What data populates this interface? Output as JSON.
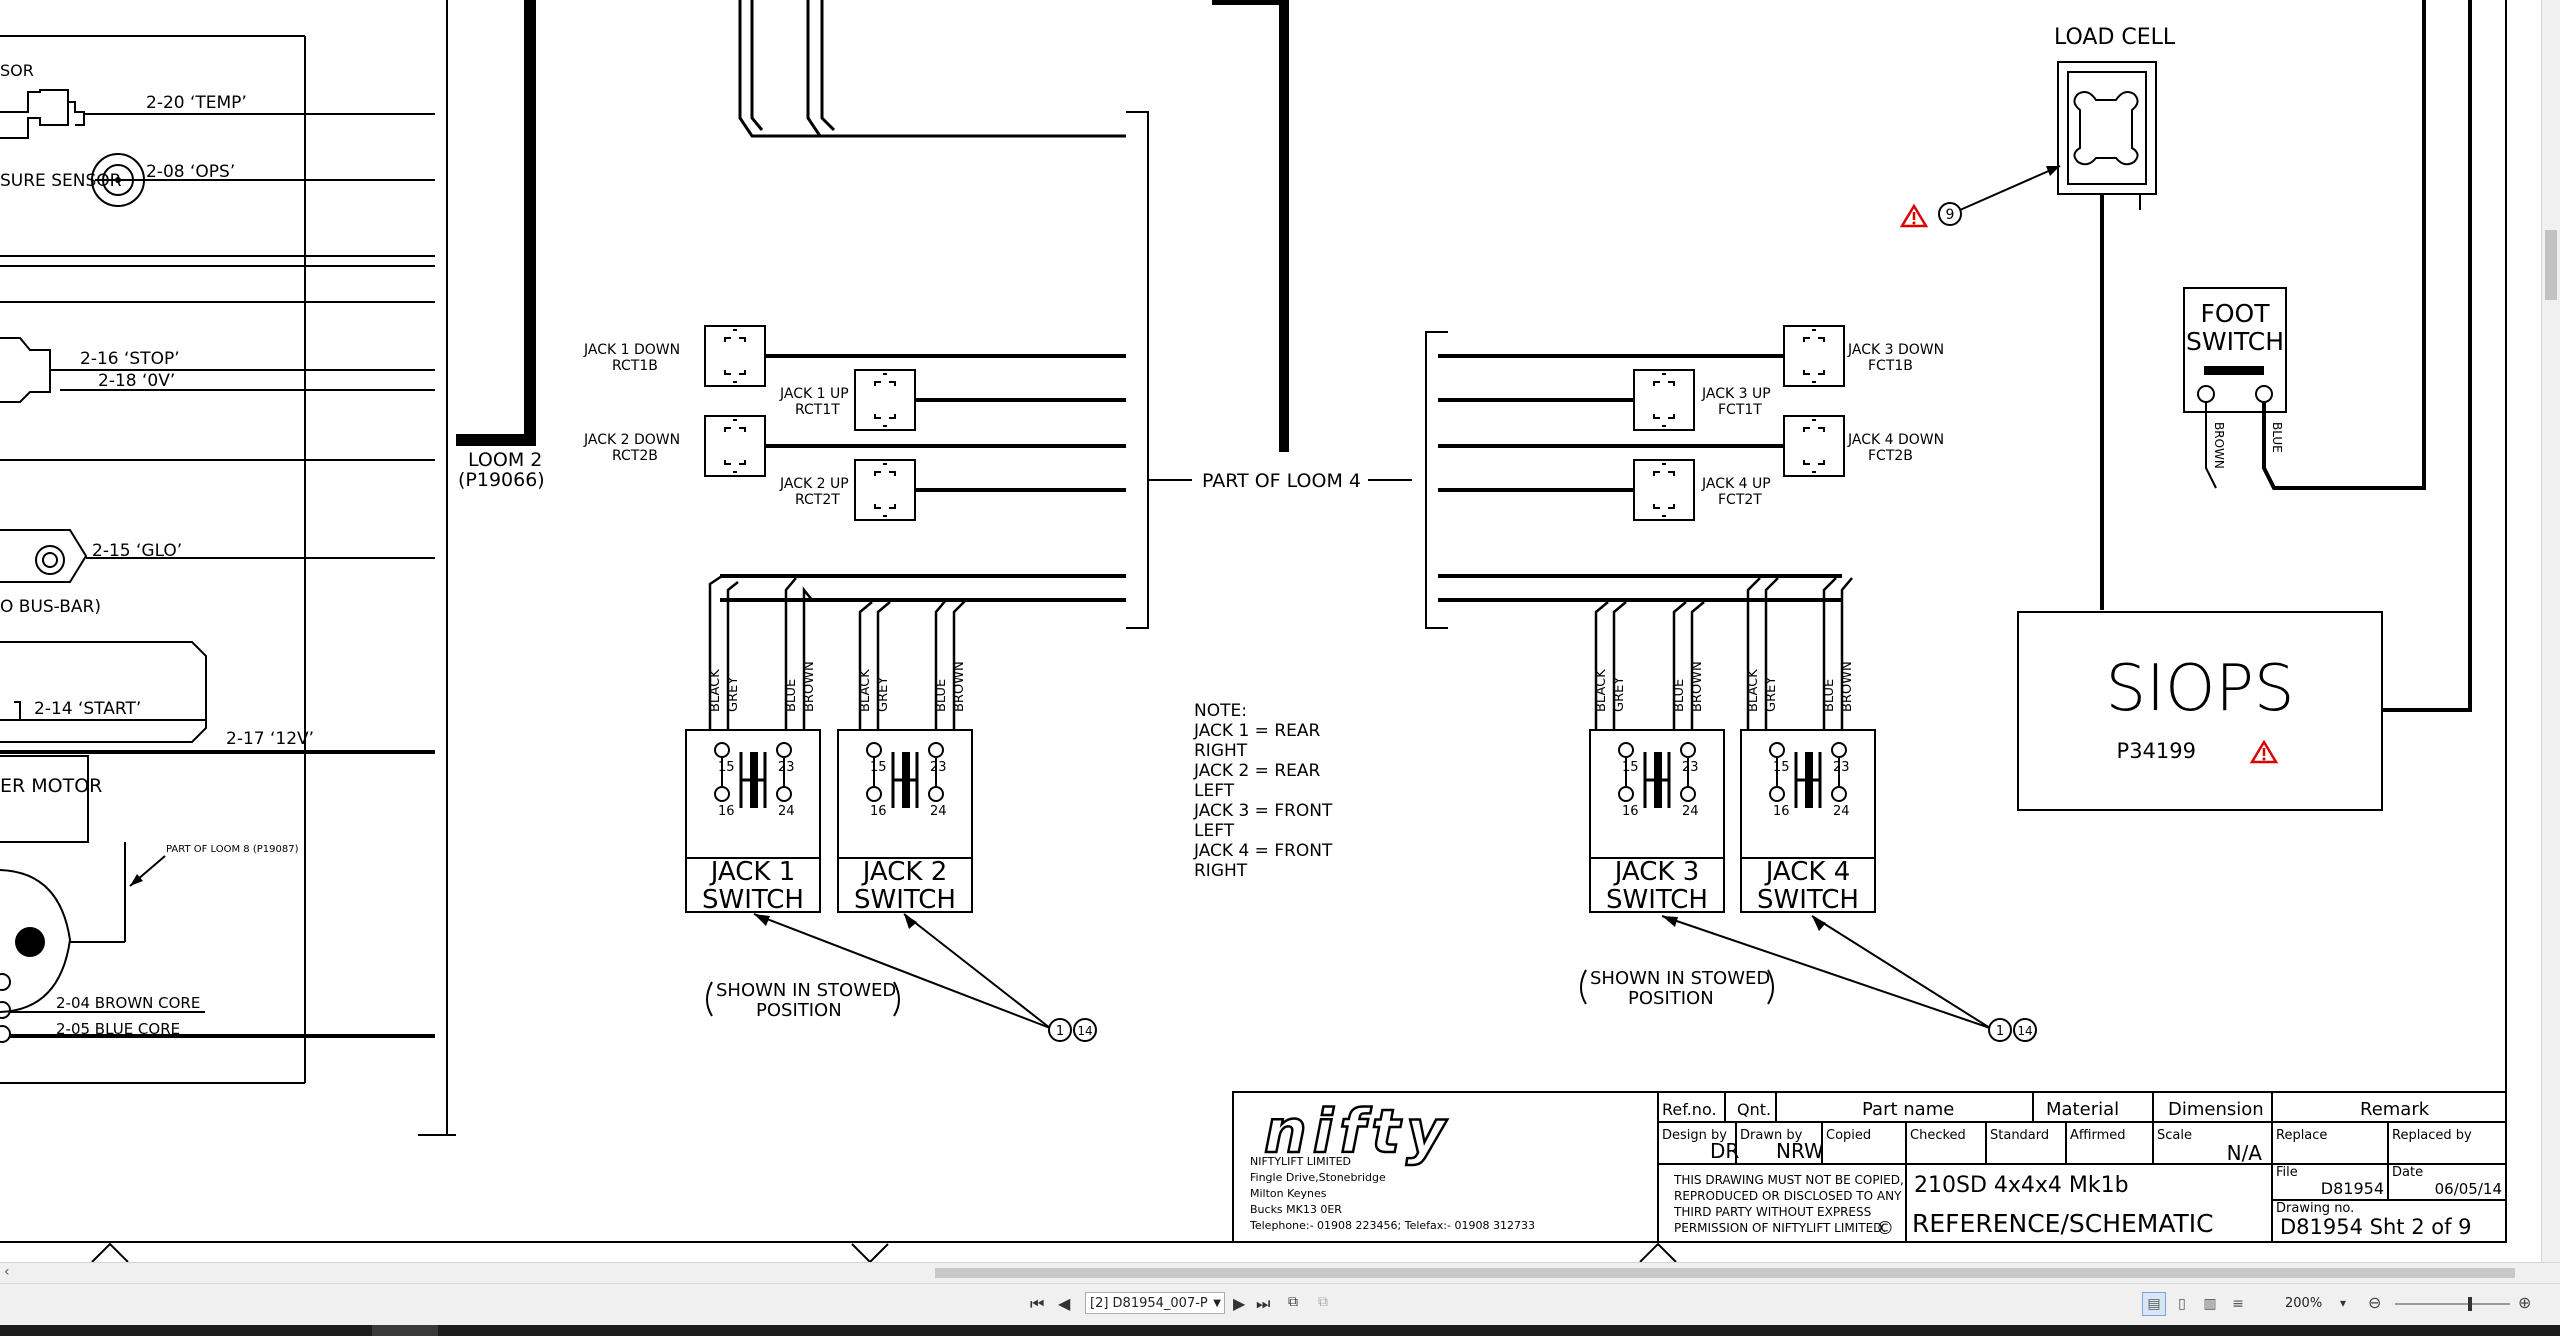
{
  "left": {
    "sensor": "SOR",
    "pressure_sensor": "SURE SENSOR",
    "temp": "2-20 ‘TEMP’",
    "ops": "2-08 ‘OPS’",
    "stop": "2-16 ‘STOP’",
    "ov": "2-18 ‘0V’",
    "loom2_line1": "LOOM 2",
    "loom2_line2": "(P19066)",
    "glo": "2-15 ‘GLO’",
    "busbar": "O BUS-BAR)",
    "start": "2-14 ‘START’",
    "v12": "2-17 ‘12V’",
    "motor": "ER MOTOR",
    "loom8": "PART OF LOOM 8 (P19087)",
    "brown_core": "2-04 BROWN CORE",
    "blue_core": "2-05 BLUE CORE"
  },
  "left_group": {
    "jack1_down_1": "JACK 1 DOWN",
    "jack1_down_2": "RCT1B",
    "jack1_up_1": "JACK 1 UP",
    "jack1_up_2": "RCT1T",
    "jack2_down_1": "JACK 2 DOWN",
    "jack2_down_2": "RCT2B",
    "jack2_up_1": "JACK 2 UP",
    "jack2_up_2": "RCT2T"
  },
  "right_group": {
    "jack3_down_1": "JACK 3 DOWN",
    "jack3_down_2": "FCT1B",
    "jack3_up_1": "JACK 3 UP",
    "jack3_up_2": "FCT1T",
    "jack4_down_1": "JACK 4 DOWN",
    "jack4_down_2": "FCT2B",
    "jack4_up_1": "JACK 4 UP",
    "jack4_up_2": "FCT2T"
  },
  "loom4": "PART OF LOOM 4",
  "wire_colors": {
    "black": "BLACK",
    "grey": "GREY",
    "blue": "BLUE",
    "brown": "BROWN"
  },
  "contacts": {
    "c15": "15",
    "c16": "16",
    "c23": "23",
    "c24": "24"
  },
  "switches": [
    {
      "line1": "JACK 1",
      "line2": "SWITCH"
    },
    {
      "line1": "JACK 2",
      "line2": "SWITCH"
    },
    {
      "line1": "JACK 3",
      "line2": "SWITCH"
    },
    {
      "line1": "JACK 4",
      "line2": "SWITCH"
    }
  ],
  "stowed": {
    "line1": "SHOWN IN STOWED",
    "line2": "POSITION"
  },
  "balloons": {
    "b1": "1",
    "b14": "14",
    "b9": "9"
  },
  "note": [
    "NOTE:",
    "JACK 1 = REAR",
    "RIGHT",
    "JACK 2 = REAR",
    "LEFT",
    "JACK 3 = FRONT",
    "LEFT",
    "JACK 4 = FRONT",
    "RIGHT"
  ],
  "load_cell": "LOAD CELL",
  "foot_switch": {
    "line1": "FOOT",
    "line2": "SWITCH"
  },
  "siops": {
    "title": "SIOPS",
    "part": "P34199"
  },
  "title_block": {
    "logo": "nifty",
    "company": "NIFTYLIFT LIMITED",
    "addr1": "Fingle Drive,Stonebridge",
    "addr2": "Milton Keynes",
    "addr3": "Bucks MK13 0ER",
    "phone": "Telephone:- 01908 223456; Telefax:- 01908 312733",
    "h_refno": "Ref.no.",
    "h_qnt": "Qnt.",
    "h_partname": "Part name",
    "h_material": "Material",
    "h_dimension": "Dimension",
    "h_remark": "Remark",
    "l_design": "Design by",
    "v_design": "DR",
    "l_drawn": "Drawn by",
    "v_drawn": "NRW",
    "l_copied": "Copied",
    "l_checked": "Checked",
    "l_standard": "Standard",
    "l_affirmed": "Affirmed",
    "l_scale": "Scale",
    "v_scale": "N/A",
    "l_replace": "Replace",
    "l_replaced": "Replaced by",
    "copyright1": "THIS DRAWING MUST NOT BE COPIED,",
    "copyright2": "REPRODUCED OR DISCLOSED TO ANY",
    "copyright3": "THIRD PARTY WITHOUT EXPRESS",
    "copyright4": "PERMISSION OF NIFTYLIFT LIMITED.",
    "copyright_sym": "©",
    "part_name": "210SD 4x4x4 Mk1b",
    "drawing_title": "REFERENCE/SCHEMATIC",
    "l_file": "File",
    "v_file": "D81954",
    "l_date": "Date",
    "v_date": "06/05/14",
    "l_drawingno": "Drawing no.",
    "v_drawingno": "D81954 Sht 2 of 9"
  },
  "viewer": {
    "page_label": "[2] D81954_007-P",
    "zoom": "200%"
  },
  "icons": {
    "first": "first-page-icon",
    "prev": "prev-page-icon",
    "next": "next-page-icon",
    "last": "last-page-icon"
  }
}
